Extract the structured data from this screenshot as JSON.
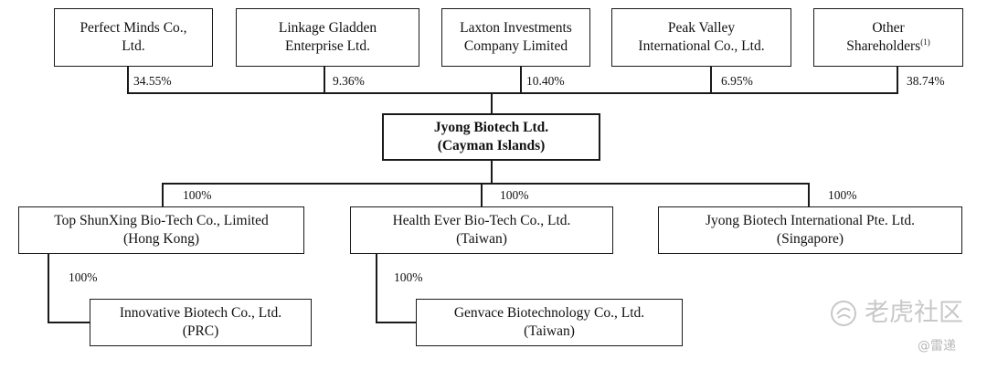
{
  "shareholders": [
    {
      "line1": "Perfect Minds Co.,",
      "line2": "Ltd.",
      "pct": "34.55%"
    },
    {
      "line1": "Linkage Gladden",
      "line2": "Enterprise Ltd.",
      "pct": "9.36%"
    },
    {
      "line1": "Laxton Investments",
      "line2": "Company Limited",
      "pct": "10.40%"
    },
    {
      "line1": "Peak Valley",
      "line2": "International Co., Ltd.",
      "pct": "6.95%"
    },
    {
      "line1": "Other",
      "line2": "Shareholders",
      "note": "(1)",
      "pct": "38.74%"
    }
  ],
  "parent": {
    "line1": "Jyong Biotech Ltd.",
    "line2": "(Cayman Islands)"
  },
  "subsidiaries": [
    {
      "line1": "Top ShunXing Bio-Tech Co., Limited",
      "line2": "(Hong Kong)",
      "pct": "100%"
    },
    {
      "line1": "Health Ever Bio-Tech Co., Ltd.",
      "line2": "(Taiwan)",
      "pct": "100%"
    },
    {
      "line1": "Jyong Biotech International Pte. Ltd.",
      "line2": "(Singapore)",
      "pct": "100%"
    }
  ],
  "sub_subsidiaries": [
    {
      "line1": "Innovative Biotech Co., Ltd.",
      "line2": "(PRC)",
      "pct": "100%"
    },
    {
      "line1": "Genvace Biotechnology Co., Ltd.",
      "line2": "(Taiwan)",
      "pct": "100%"
    }
  ],
  "watermark": {
    "main": "老虎社区",
    "sub": "@雷递"
  }
}
